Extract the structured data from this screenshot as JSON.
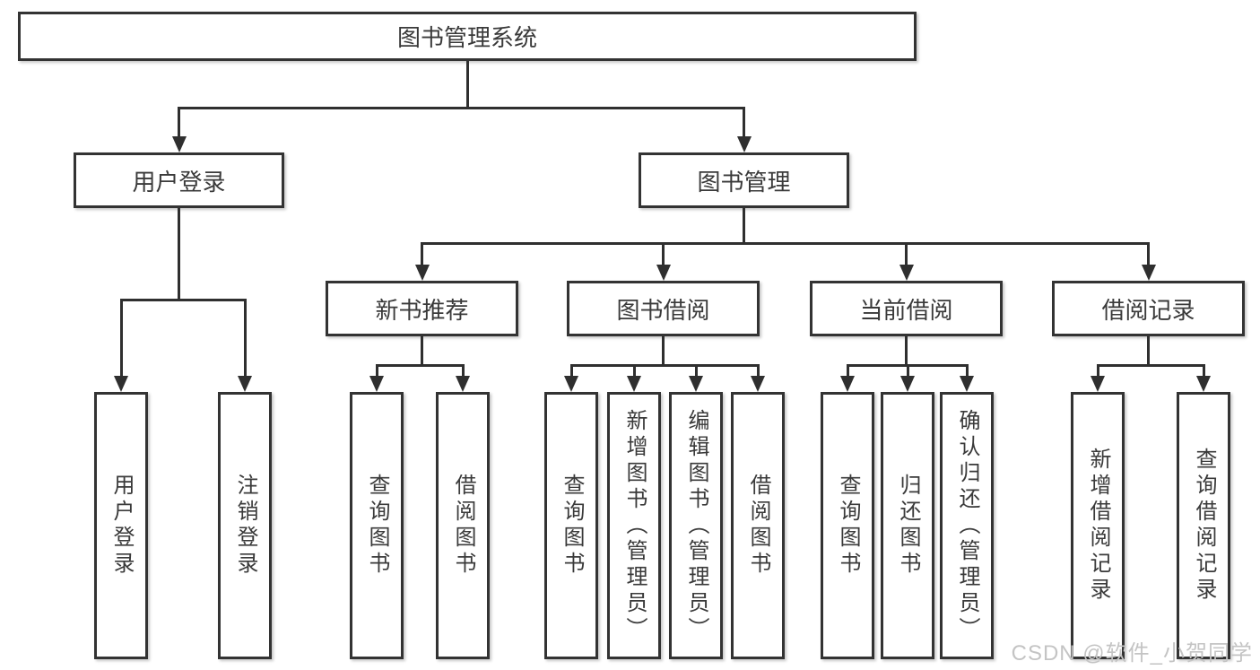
{
  "diagram": {
    "root_label": "图书管理系统",
    "branches": [
      {
        "label": "用户登录",
        "children": [
          "用户登录",
          "注销登录"
        ]
      },
      {
        "label": "图书管理",
        "subbranches": [
          {
            "label": "新书推荐",
            "children": [
              "查询图书",
              "借阅图书"
            ]
          },
          {
            "label": "图书借阅",
            "children": [
              "查询图书",
              "新增图书（管理员）",
              "编辑图书（管理员）",
              "借阅图书"
            ]
          },
          {
            "label": "当前借阅",
            "children": [
              "查询图书",
              "归还图书",
              "确认归还（管理员）"
            ]
          },
          {
            "label": "借阅记录",
            "children": [
              "新增借阅记录",
              "查询借阅记录"
            ]
          }
        ]
      }
    ]
  },
  "watermark": "CSDN @软件_小贺同学",
  "colors": {
    "line": "#2f2f2f",
    "border": "#333333",
    "text": "#3a3a3a",
    "watermark": "#c4c4c4",
    "background": "#ffffff"
  }
}
